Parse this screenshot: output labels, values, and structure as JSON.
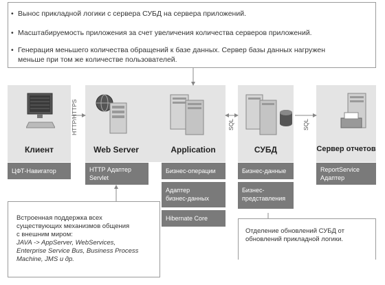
{
  "top_bullets": [
    "Вынос прикладной логики с сервера СУБД на сервера приложений.",
    "Масштабируемость приложения за счет увеличения количества серверов приложений.",
    "Генерация меньшего количества обращений к базе данных. Сервер базы данных нагружен",
    "меньше при том же количестве пользователей."
  ],
  "bullet_char": "•",
  "columns": {
    "client": {
      "title": "Клиент",
      "box": [
        "ЦФТ-Навигатор"
      ]
    },
    "web": {
      "title": "Web Server",
      "box": [
        "HTTP Адаптер",
        "Servlet"
      ]
    },
    "app": {
      "title": "Application",
      "boxes": [
        [
          "Бизнес-операции"
        ],
        [
          "Адаптер",
          "бизнес-данных"
        ],
        [
          "Hibernate Core"
        ]
      ]
    },
    "db": {
      "title": "СУБД",
      "boxes": [
        [
          "Бизнес-данные"
        ],
        [
          "Бизнес-",
          "представления"
        ]
      ]
    },
    "report": {
      "title": "Сервер отчетов",
      "box": [
        "ReportService",
        "Адаптер"
      ]
    }
  },
  "connectors": {
    "http": "HTTP/HTTPS",
    "sql1": "SQL",
    "sql2": "SQL"
  },
  "note_left": {
    "lines": [
      "Встроенная поддержка всех",
      "существующих механизмов общения",
      "с внешним миром:"
    ],
    "italic_lines": [
      "JAVA -> AppServer, WebServices,",
      "Enterprise Service Bus, Business Process",
      "Machine, JMS и др."
    ]
  },
  "note_right": {
    "lines": [
      "Отделение обновлений СУБД от",
      "обновлений прикладной логики."
    ]
  },
  "colors": {
    "panel": "#e4e4e4",
    "darkbox": "#7a7a7a",
    "border": "#9a9a9a",
    "arrow": "#888888"
  }
}
